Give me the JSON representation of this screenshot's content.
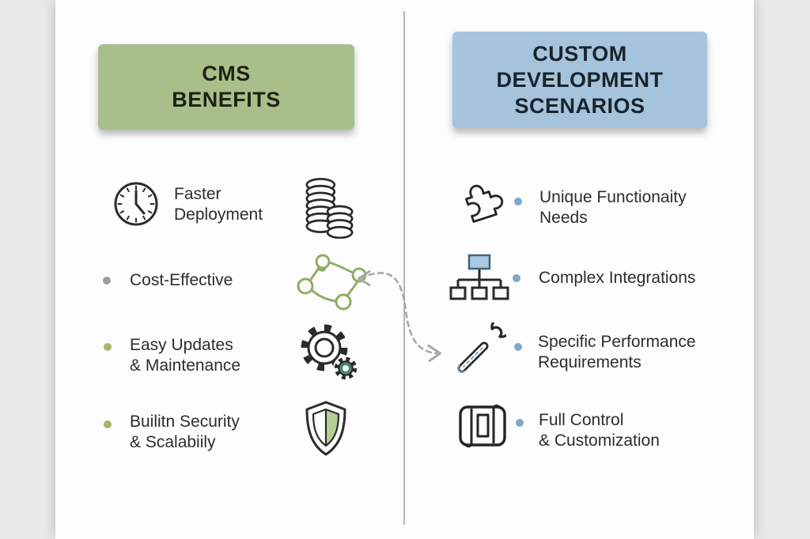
{
  "left_panel": {
    "header": "CMS\nBENEFITS",
    "items": [
      {
        "text": "Faster\nDeployment"
      },
      {
        "text": "Cost-Effective"
      },
      {
        "text": "Easy Updates\n& Maintenance"
      },
      {
        "text": "Builitn Security\n& Scalabiily"
      }
    ]
  },
  "right_panel": {
    "header": "CUSTOM\nDEVELOPMENT\nSCENARIOS",
    "items": [
      {
        "text": "Unique Functionaity\nNeeds"
      },
      {
        "text": "Complex Integrations"
      },
      {
        "text": "Specific Performance\nRequirements"
      },
      {
        "text": "Full Control\n& Customization"
      }
    ]
  },
  "icons": {
    "left": [
      "clock-icon",
      "coins-icon",
      "network-icon",
      "gears-icon",
      "shield-icon"
    ],
    "right": [
      "puzzle-icon",
      "org-chart-icon",
      "wrench-icon",
      "blueprint-icon"
    ]
  },
  "colors": {
    "background": "#e9e9e9",
    "card": "#fdfdfd",
    "green_header_bg": "#a9bf8a",
    "blue_header_bg": "#a5c4dc",
    "text": "#2d2d2d",
    "icon_stroke": "#2b2b2b",
    "green_accent": "#8fae62",
    "teal_accent": "#3e8374",
    "blue_accent": "#7fa3c4",
    "gray_bullet": "#9aa0a0",
    "green_bullet": "#a7b56a",
    "blue_bullet": "#7fa8c9",
    "shield_fill": "#b7cf96",
    "org_chart_fill": "#a9c9e2",
    "divider": "#b6b6b6",
    "arrow": "#a8a8a8"
  }
}
